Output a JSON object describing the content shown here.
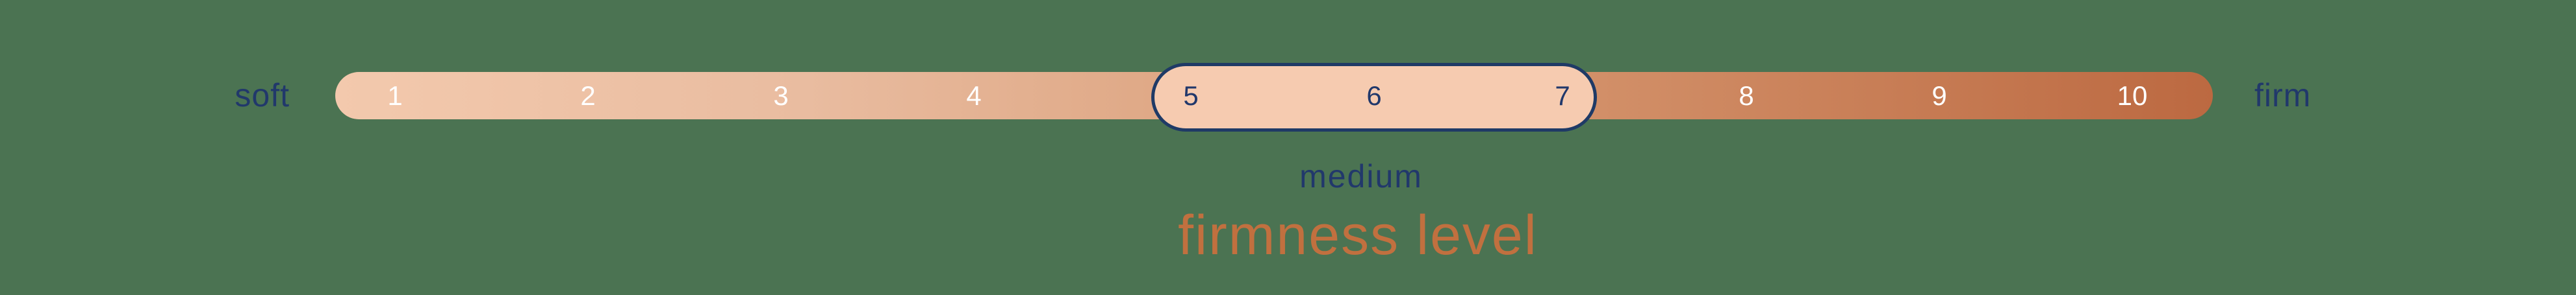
{
  "scale": {
    "title": "firmness level",
    "left_label": "soft",
    "right_label": "firm",
    "min": 1,
    "max": 10,
    "numbers": [
      {
        "value": 1,
        "label": "1",
        "highlighted": false
      },
      {
        "value": 2,
        "label": "2",
        "highlighted": false
      },
      {
        "value": 3,
        "label": "3",
        "highlighted": false
      },
      {
        "value": 4,
        "label": "4",
        "highlighted": false
      },
      {
        "value": 5,
        "label": "5",
        "highlighted": true
      },
      {
        "value": 6,
        "label": "6",
        "highlighted": true
      },
      {
        "value": 7,
        "label": "7",
        "highlighted": true
      },
      {
        "value": 8,
        "label": "8",
        "highlighted": false
      },
      {
        "value": 9,
        "label": "9",
        "highlighted": false
      },
      {
        "value": 10,
        "label": "10",
        "highlighted": false
      }
    ],
    "highlight": {
      "label": "medium",
      "from": 5,
      "to": 7
    }
  },
  "colors": {
    "background_green": "#4B7352",
    "navy_text": "#21386B",
    "pill_border_navy": "#1F3A66",
    "pill_fill": "#F6CBB0",
    "bar_gradient_start": "#F3C9AD",
    "bar_gradient_end": "#BC6941",
    "title_terracotta": "#C1703F",
    "number_white": "#FFFFFF"
  }
}
